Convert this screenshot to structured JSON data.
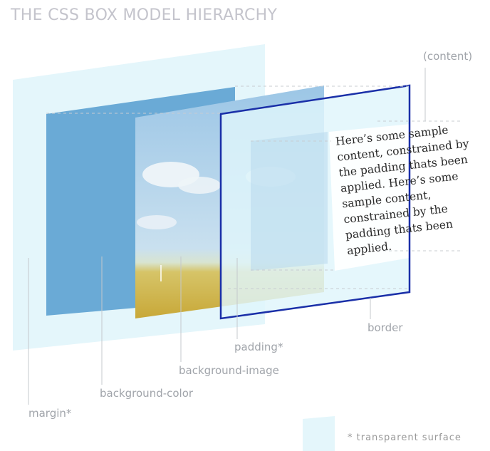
{
  "title": "THE CSS BOX MODEL HIERARCHY",
  "labels": {
    "content": "(content)",
    "border": "border",
    "padding": "padding*",
    "background_image": "background-image",
    "background_color": "background-color",
    "margin": "margin*"
  },
  "content_text": "Here’s some sample content, constrained by the padding thats been applied. Here’s some sample content, constrained by the padding thats been applied.",
  "legend": "* transparent surface",
  "colors": {
    "margin": "#e4f6fb",
    "background_color": "#6aaad6",
    "border": "#1a2fa8",
    "padding": "#dff5fb"
  }
}
